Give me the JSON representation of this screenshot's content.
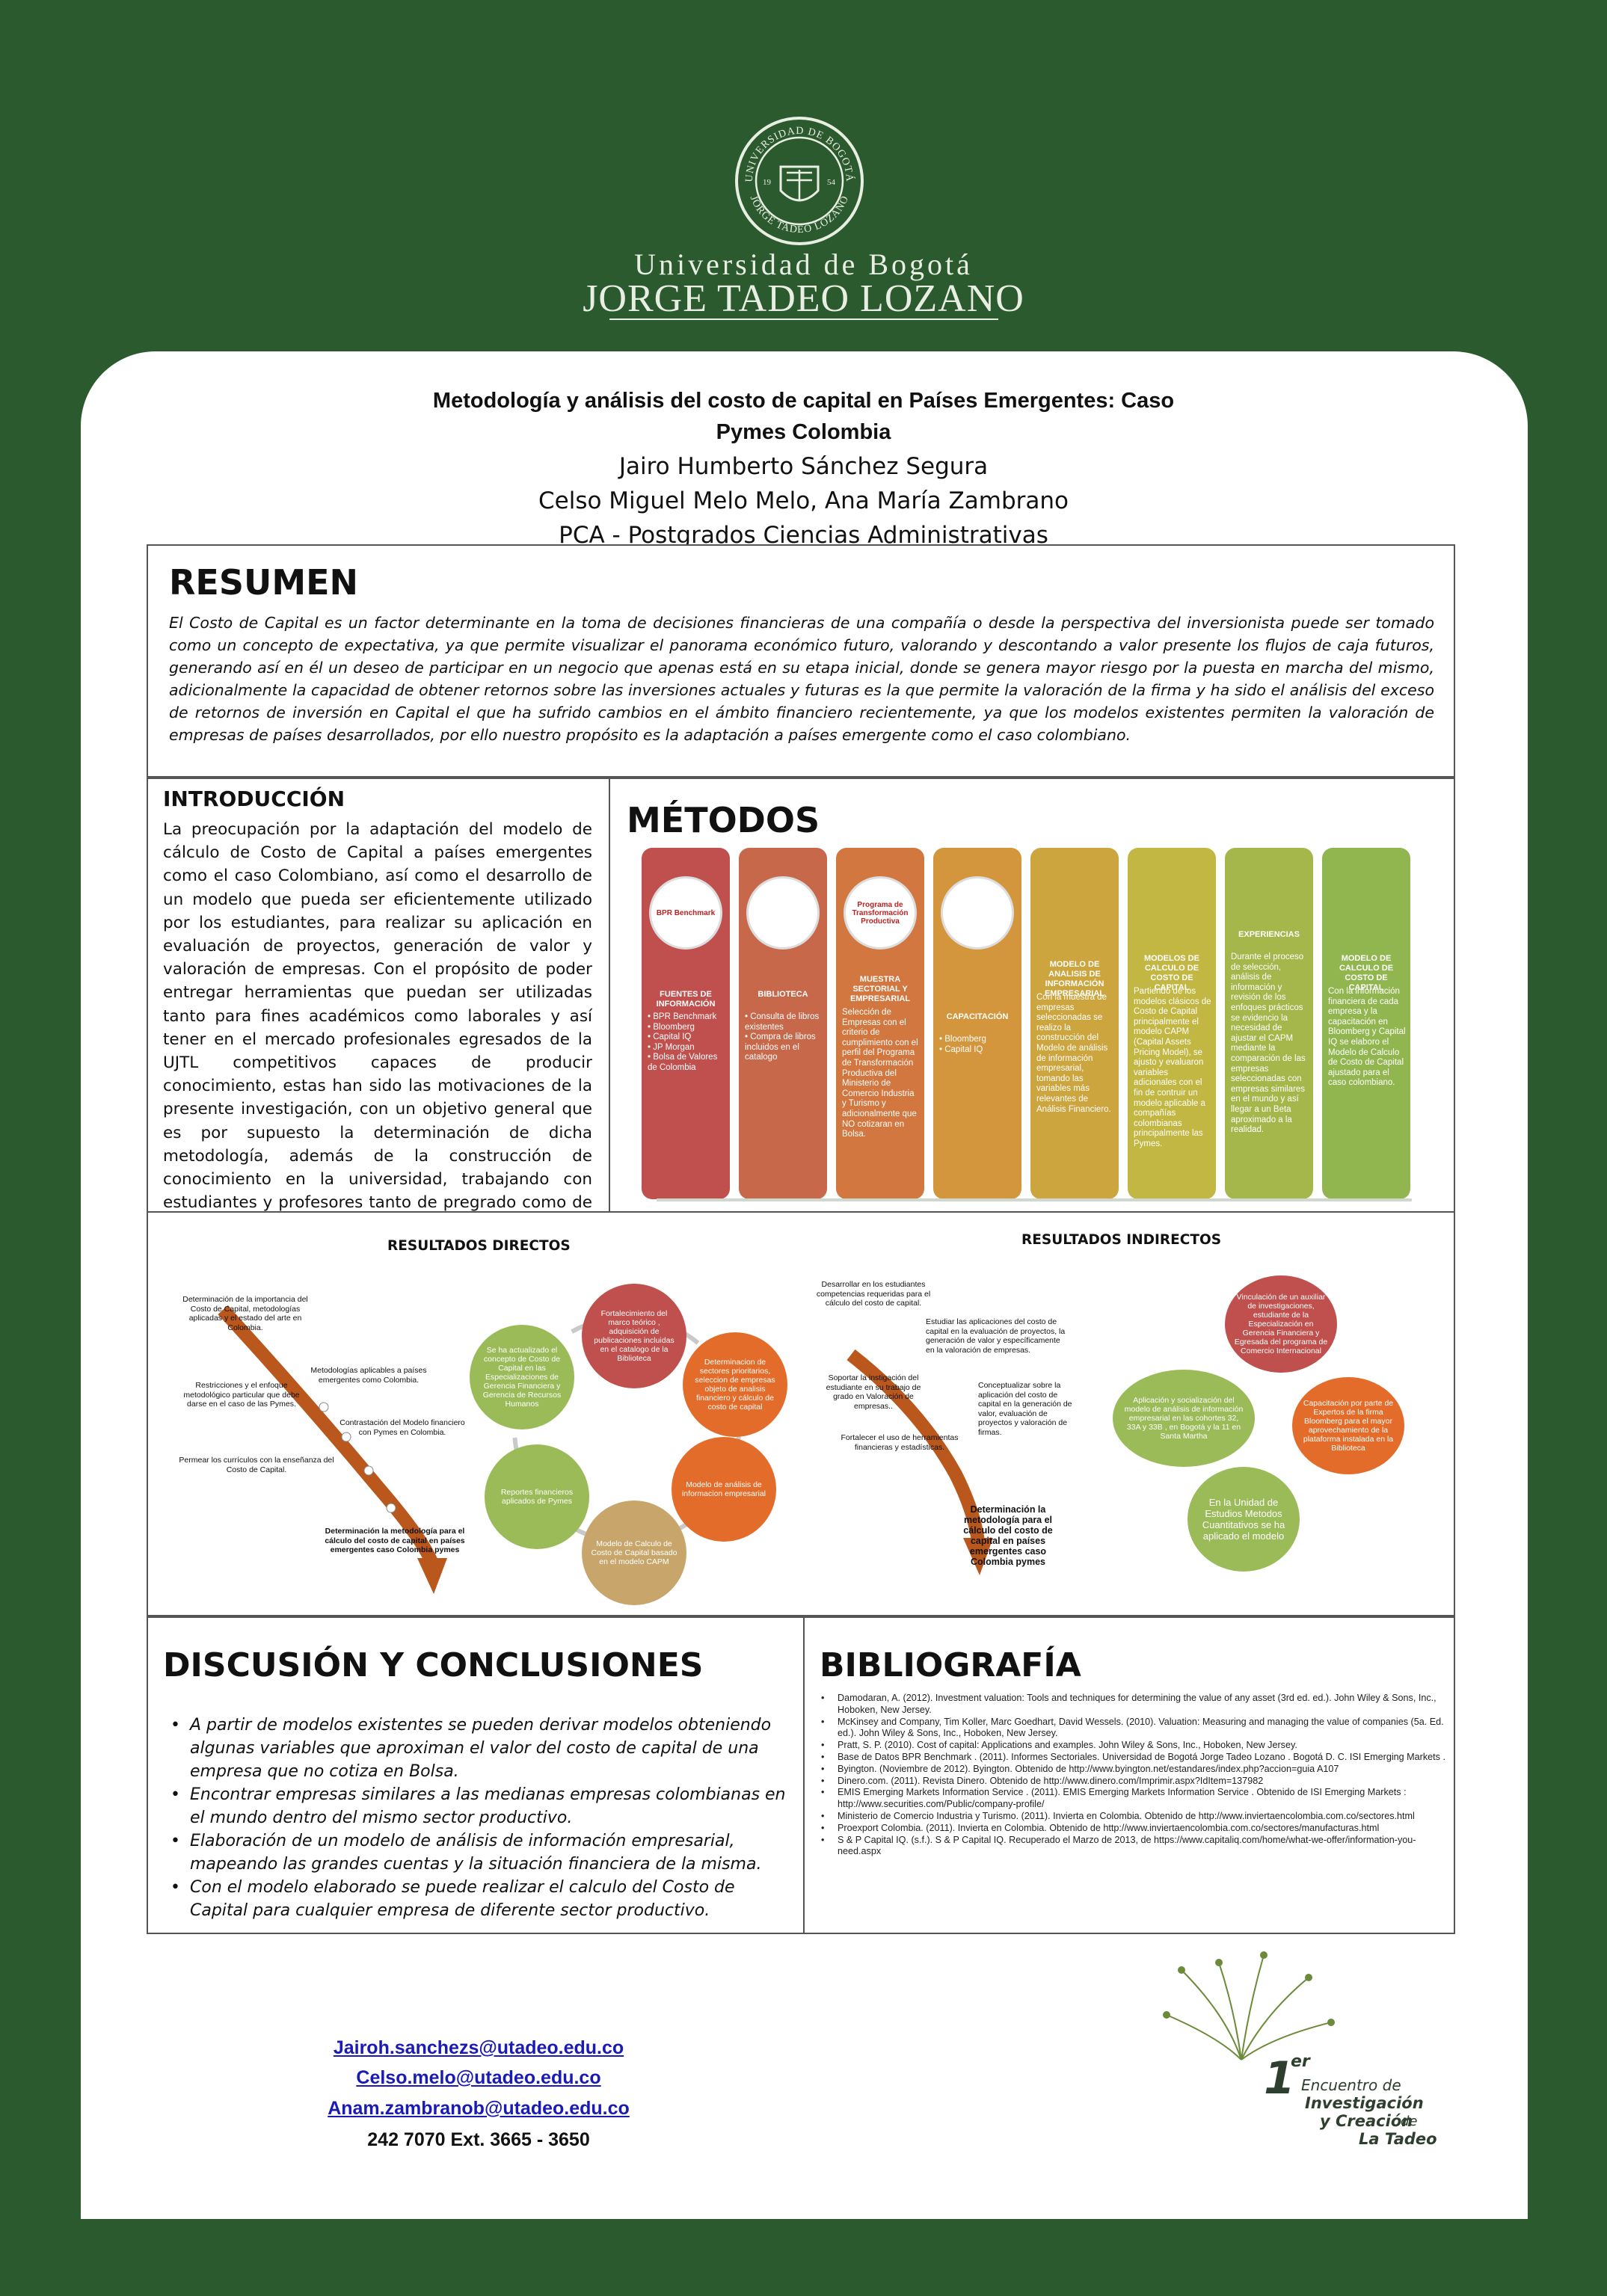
{
  "university": {
    "line1": "Universidad de Bogotá",
    "line2": "JORGE TADEO LOZANO",
    "seal_top": "UNIVERSIDAD DE BOGOTÁ",
    "seal_bottom": "JORGE TADEO LOZANO",
    "seal_year_left": "19",
    "seal_year_right": "54"
  },
  "title": {
    "line1": "Metodología y análisis del costo de capital en Países Emergentes: Caso",
    "line2": "Pymes Colombia"
  },
  "authors": [
    "Jairo Humberto Sánchez Segura",
    "Celso Miguel Melo Melo, Ana María Zambrano",
    "PCA - Postgrados Ciencias Administrativas"
  ],
  "resumen": {
    "heading": "RESUMEN",
    "text": "El Costo de Capital es un factor determinante en la toma de decisiones financieras de una compañía o desde la perspectiva del inversionista puede ser tomado como un concepto de expectativa, ya que permite visualizar el panorama económico futuro, valorando y descontando a valor presente los flujos de caja futuros, generando así en él un deseo de participar en un negocio que apenas está en su etapa inicial, donde se genera mayor riesgo por la puesta en marcha del mismo, adicionalmente la capacidad de obtener retornos sobre las inversiones actuales y futuras es la que permite la valoración de la firma y ha sido el análisis del exceso de retornos de inversión en Capital el que ha sufrido cambios en el ámbito financiero recientemente, ya que los modelos existentes permiten la valoración de empresas de países desarrollados, por ello nuestro propósito es la adaptación a países emergente como el caso colombiano."
  },
  "introduccion": {
    "heading": "INTRODUCCIÓN",
    "text": "La preocupación por la adaptación del modelo de cálculo de Costo de Capital a países emergentes como el caso Colombiano, así como el desarrollo de un modelo que pueda ser eficientemente utilizado por los estudiantes, para realizar su aplicación en evaluación de proyectos, generación de valor y valoración de empresas. Con el propósito de poder entregar herramientas que puedan ser utilizadas tanto para fines académicos como laborales y así tener en el mercado profesionales egresados de la UJTL competitivos capaces de producir conocimiento, estas han sido las motivaciones de la presente investigación, con un objetivo general que es por supuesto la determinación de dicha metodología, además de la construcción de conocimiento en la universidad, trabajando con estudiantes y profesores tanto de pregrado como de posgrado."
  },
  "metodos": {
    "heading": "MÉTODOS",
    "columns": [
      {
        "title": "FUENTES DE INFORMACIÓN",
        "items": [
          "BPR Benchmark",
          "Bloomberg",
          "Capital IQ",
          "JP Morgan",
          "Bolsa de Valores de Colombia"
        ],
        "text": "",
        "color": "#c0504d",
        "icon": "bpr-benchmark-logo-icon",
        "icon_text": "BPR Benchmark"
      },
      {
        "title": "BIBLIOTECA",
        "items": [
          "Consulta de libros existentes",
          "Compra de libros incluidos en el catalogo"
        ],
        "text": "",
        "color": "#c8684a",
        "icon": "library-building-icon",
        "icon_text": ""
      },
      {
        "title": "MUESTRA SECTORIAL Y EMPRESARIAL",
        "items": [],
        "text": "Selección de Empresas con el criterio de cumplimiento con el perfil del Programa de Transformación Productiva del Ministerio de Comercio Industria y Turismo y adicionalmente que NO cotizaran en Bolsa.",
        "color": "#d1773f",
        "icon": "ptp-program-logo-icon",
        "icon_text": "Programa de Transformación Productiva"
      },
      {
        "title": "CAPACITACIÓN",
        "items": [
          "Bloomberg",
          "Capital IQ"
        ],
        "text": "",
        "color": "#d4963c",
        "icon": "bloomberg-terminal-icon",
        "icon_text": ""
      },
      {
        "title": "MODELO DE ANALISIS DE INFORMACIÓN EMPRESARIAL",
        "items": [],
        "text": "Con la muestra de empresas seleccionadas se realizo la construcción del Modelo de análisis de información empresarial, tomando las variables más relevantes de Análisis Financiero.",
        "color": "#cda53e",
        "icon": "",
        "icon_text": ""
      },
      {
        "title": "MODELOS DE CALCULO DE COSTO DE CAPITAL",
        "items": [],
        "text": "Partiendo de los modelos clásicos de Costo de Capital principalmente el modelo CAPM (Capital Assets Pricing Model), se ajusto y evaluaron variables adicionales con el fin de contruir un modelo aplicable a compañías colombianas principalmente las Pymes.",
        "color": "#c2b743",
        "icon": "",
        "icon_text": ""
      },
      {
        "title": "EXPERIENCIAS",
        "items": [],
        "text": "Durante el proceso de selección, análisis de información y revisión de los enfoques prácticos se evidencio la necesidad de ajustar el CAPM mediante la comparación de las empresas seleccionadas con empresas similares en el mundo y así llegar a un Beta aproximado a la realidad.",
        "color": "#a5b64b",
        "icon": "",
        "icon_text": ""
      },
      {
        "title": "MODELO DE CALCULO DE COSTO DE CAPITAL",
        "items": [],
        "text": "Con la información financiera de cada empresa y la capacitación en Bloomberg y Capital IQ se elaboro el Modelo de Calculo de Costo de Capital ajustado para el caso colombiano.",
        "color": "#92b64f",
        "icon": "",
        "icon_text": ""
      }
    ]
  },
  "resultados": {
    "directos": {
      "heading": "RESULTADOS DIRECTOS",
      "left_notes": [
        "Determinación de la importancia del Costo de Capital, metodologías aplicadas y el estado del arte en Colombia.",
        "Metodologías aplicables a países emergentes como Colombia.",
        "Restricciones y el enfoque metodológico particular que debe darse en el caso de las Pymes.",
        "Contrastación del Modelo financiero con Pymes en Colombia.",
        "Permear los currículos con la enseñanza del Costo de Capital.",
        "Determinación la metodología para el cálculo del costo de capital en países emergentes caso Colombia pymes"
      ],
      "cycle": [
        "Fortalecimiento del marco teórico , adquisición de publicaciones incluidas en el catalogo de la Biblioteca",
        "Determinacion de sectores prioritarios, seleccion de empresas objeto de analisis financiero y cálculo de costo de capital",
        "Modelo de análisis de informacion empresarial",
        "Modelo de Calculo de Costo de Capital basado en el modelo CAPM",
        "Reportes financieros aplicados de Pymes",
        "Se ha actualizado el concepto de Costo de Capital en las Especializaciones de Gerencia Financiera y Gerencia de Recursos Humanos"
      ]
    },
    "indirectos": {
      "heading": "RESULTADOS INDIRECTOS",
      "left_notes": [
        "Desarrollar en los estudiantes competencias requeridas para el cálculo del costo de capital.",
        "Estudiar las aplicaciones del costo de capital en la evaluación de proyectos, la generación de valor y específicamente en la valoración de empresas.",
        "Soportar la instigación del estudiante en su trabajo de grado en Valoración de empresas..",
        "Conceptualizar sobre la aplicación del costo de capital en la generación de valor, evaluación de proyectos y valoración de firmas.",
        "Fortalecer el uso de herramientas financieras y estadísticas.",
        "Determinación la metodología para el cálculo del costo de capital en países emergentes caso Colombia pymes"
      ],
      "circles": [
        "Vinculación de un auxiliar de investigaciones, estudiante de la Especialización en Gerencia Financiera y Egresada del programa de Comercio Internacional",
        "Capacitación por parte de Expertos de la firma Bloomberg para el mayor aprovechamiento de la plataforma instalada en la Biblioteca",
        "En la Unidad de Estudios Metodos Cuantitativos se ha aplicado el modelo",
        "Aplicación y socialización del modelo de análisis de información empresarial en las cohortes 32, 33A y 33B , en Bogotá y la 11 en Santa Martha"
      ]
    }
  },
  "discusion": {
    "heading": "DISCUSIÓN Y CONCLUSIONES",
    "items": [
      "A partir de modelos existentes se pueden derivar modelos obteniendo algunas variables que aproximan el valor del costo de capital de una empresa que no cotiza en Bolsa.",
      "Encontrar empresas similares a las medianas empresas colombianas en el mundo dentro del mismo sector productivo.",
      "Elaboración de un modelo de análisis de información empresarial, mapeando las grandes cuentas y la situación financiera de la misma.",
      "Con el modelo elaborado se puede realizar el calculo del Costo de Capital para cualquier empresa de diferente sector productivo."
    ]
  },
  "bibliografia": {
    "heading": "BIBLIOGRAFÍA",
    "items": [
      "Damodaran, A. (2012). Investment valuation: Tools and techniques for determining the value of any asset (3rd ed. ed.). John Wiley & Sons, Inc., Hoboken, New Jersey.",
      "McKinsey and Company, Tim Koller, Marc Goedhart, David Wessels. (2010). Valuation: Measuring and managing the value of companies (5a. Ed. ed.). John Wiley & Sons, Inc., Hoboken, New Jersey.",
      "Pratt, S. P. (2010). Cost of capital: Applications and examples. John Wiley & Sons, Inc., Hoboken, New Jersey.",
      "Base de Datos BPR Benchmark . (2011). Informes Sectoriales. Universidad de Bogotá Jorge Tadeo Lozano . Bogotá D. C. ISI Emerging Markets .",
      "Byington. (Noviembre de 2012). Byington. Obtenido de http://www.byington.net/estandares/index.php?accion=guia A107",
      "Dinero.com. (2011). Revista Dinero. Obtenido de http://www.dinero.com/Imprimir.aspx?IdItem=137982",
      "EMIS Emerging Markets Information Service . (2011). EMIS Emerging Markets Information Service . Obtenido de ISI Emerging Markets : http://www.securities.com/Public/company-profile/",
      "Ministerio de Comercio Industria y Turismo. (2011). Invierta en Colombia. Obtenido de http://www.inviertaencolombia.com.co/sectores.html",
      "Proexport Colombia. (2011). Invierta en Colombia. Obtenido de http://www.inviertaencolombia.com.co/sectores/manufacturas.html",
      "S & P Capital IQ. (s.f.). S & P Capital IQ. Recuperado el Marzo de 2013, de https://www.capitaliq.com/home/what-we-offer/information-you-need.aspx"
    ]
  },
  "contact": {
    "emails": [
      "Jairoh.sanchezs@utadeo.edu.co",
      "Celso.melo@utadeo.edu.co",
      "Anam.zambranob@utadeo.edu.co"
    ],
    "phone": "242 7070 Ext. 3665 - 3650"
  },
  "evento": {
    "number": "1",
    "superscript": "er",
    "line1": "Encuentro de",
    "line2": "Investigación",
    "line3": "y Creación",
    "line3b": "de",
    "line4": "La Tadeo"
  },
  "colors": {
    "background": "#2b5a2f",
    "cycle_red": "#c0504d",
    "cycle_orange": "#e36c2a",
    "cycle_green": "#9bbb59",
    "cycle_tan": "#c8a66b",
    "arrow": "#b9571c"
  }
}
